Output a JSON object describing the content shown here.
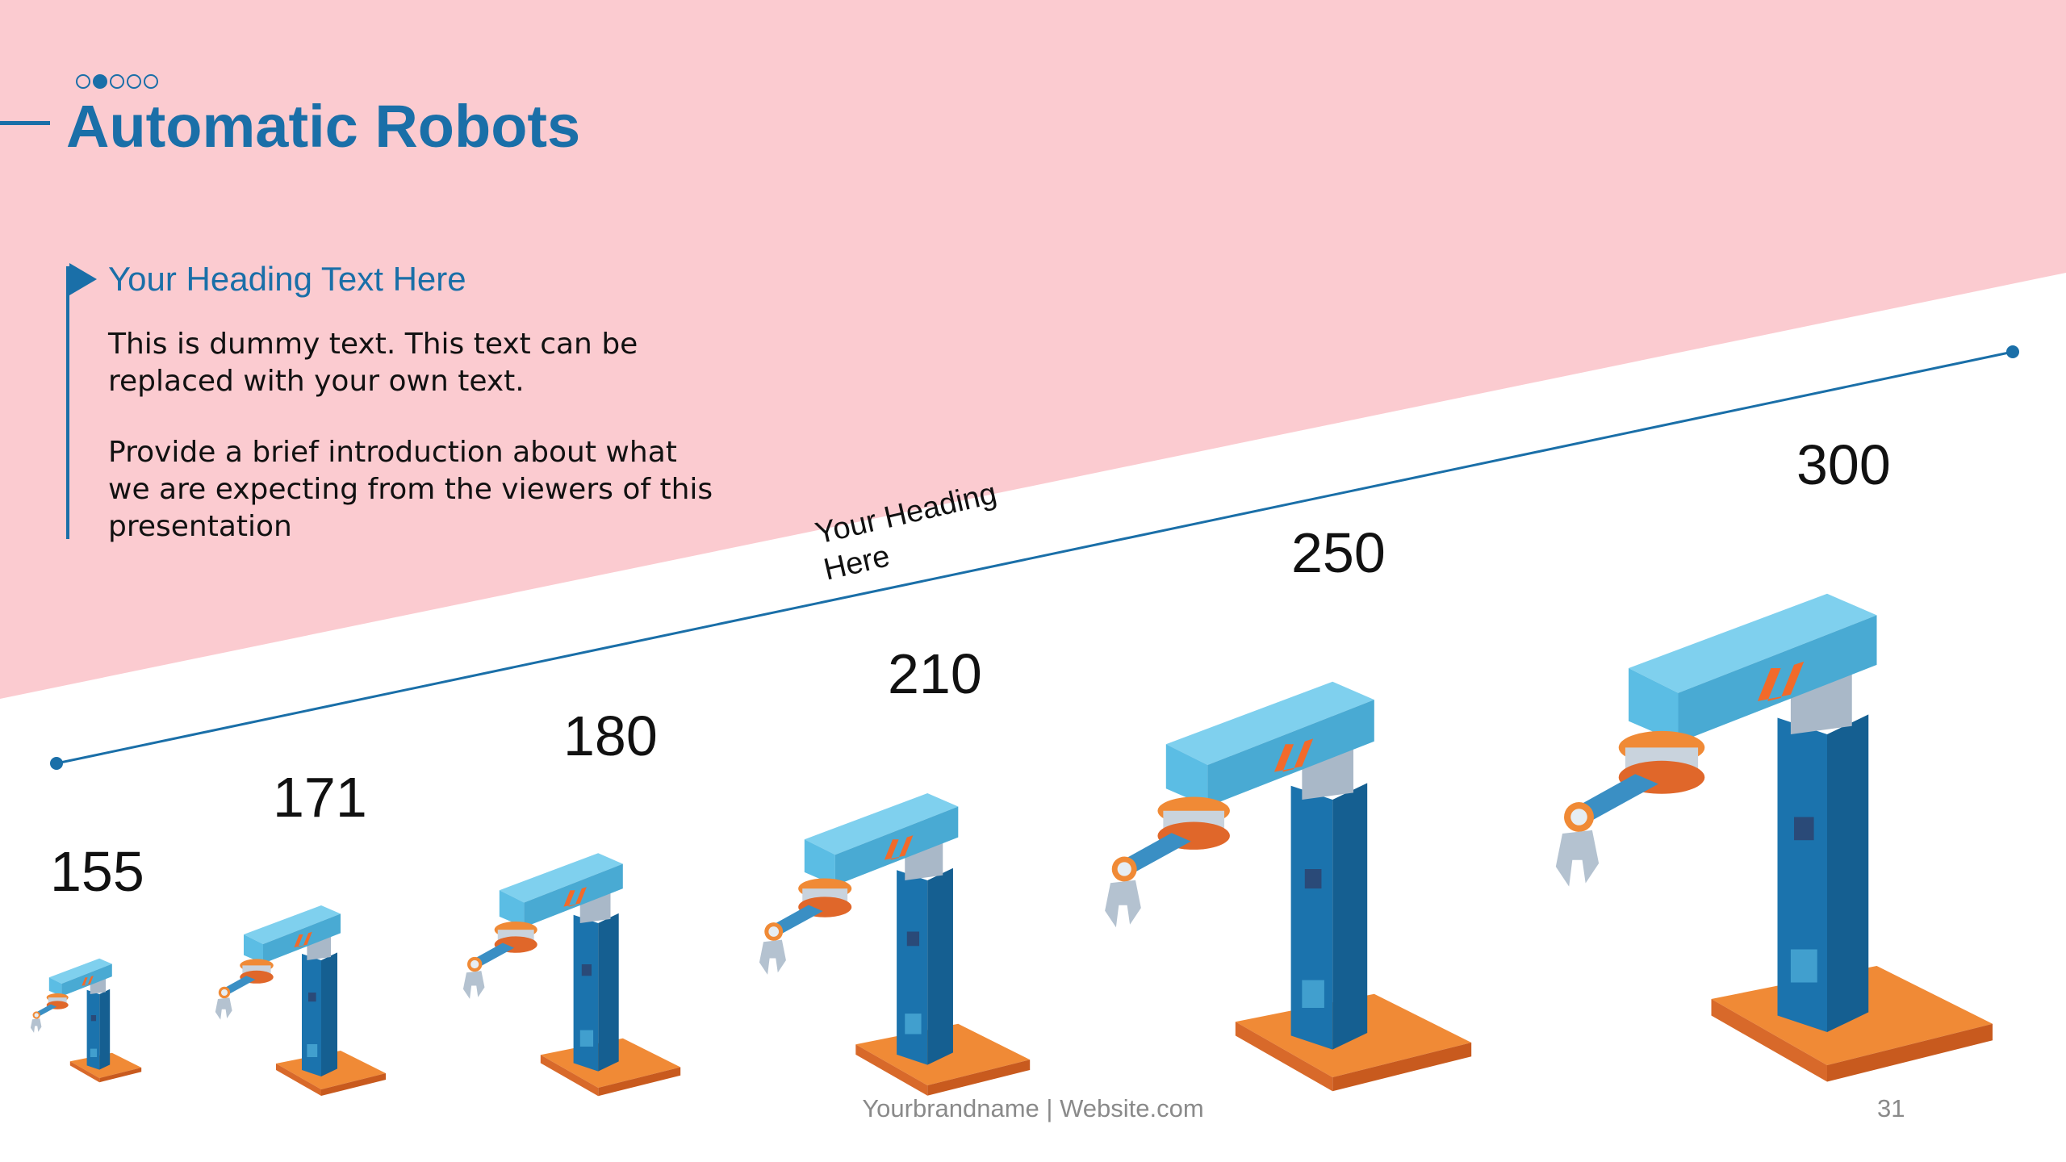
{
  "slide": {
    "title": "Automatic Robots",
    "progress_dots": [
      false,
      true,
      false,
      false,
      false
    ],
    "heading": "Your Heading Text Here",
    "paragraph1": "This is dummy text. This text can be replaced with your own text.",
    "paragraph2": "Provide a brief introduction about what we are expecting from the viewers of this presentation",
    "trend_heading": "Your Heading Here",
    "footer": "Yourbrandname | Website.com",
    "page_number": "31"
  },
  "robots": [
    {
      "value": "155"
    },
    {
      "value": "171"
    },
    {
      "value": "180"
    },
    {
      "value": "210"
    },
    {
      "value": "250"
    },
    {
      "value": "300"
    }
  ],
  "colors": {
    "accent": "#1a6fa8",
    "pink_band": "#fbcbd0",
    "robot_light_blue": "#5bbde4",
    "robot_dark_blue": "#1b73ad",
    "robot_orange": "#f08a36",
    "robot_grey": "#a9b8c8"
  }
}
